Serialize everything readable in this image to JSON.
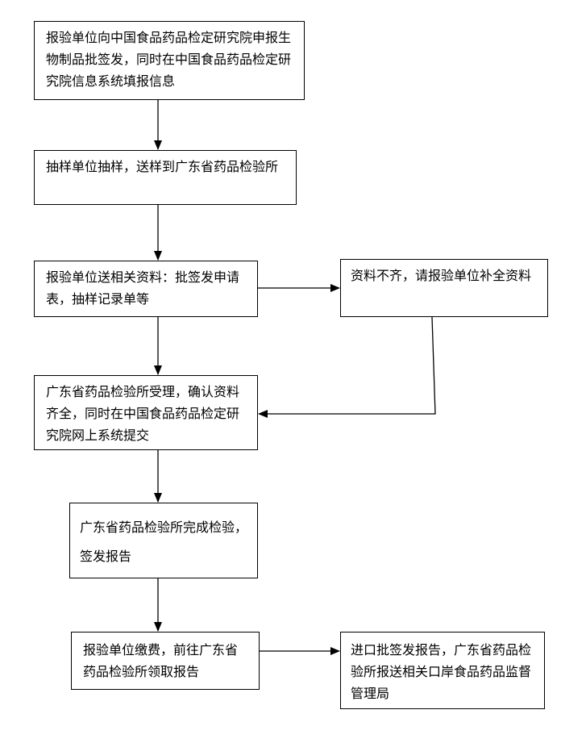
{
  "flowchart": {
    "nodes": {
      "n1": "报验单位向中国食品药品检定研究院申报生物制品批签发，同时在中国食品药品检定研究院信息系统填报信息",
      "n2": "抽样单位抽样，送样到广东省药品检验所",
      "n3": "报验单位送相关资料：批签发申请表，抽样记录单等",
      "n4": "资料不齐，请报验单位补全资料",
      "n5": "广东省药品检验所受理，确认资料齐全，同时在中国食品药品检定研究院网上系统提交",
      "n6": "广东省药品检验所完成检验，签发报告",
      "n7": "报验单位缴费，前往广东省药品检验所领取报告",
      "n8": "进口批签发报告，广东省药品检验所报送相关口岸食品药品监督管理局"
    },
    "edges": [
      {
        "from": "n1",
        "to": "n2"
      },
      {
        "from": "n2",
        "to": "n3"
      },
      {
        "from": "n3",
        "to": "n4"
      },
      {
        "from": "n3",
        "to": "n5"
      },
      {
        "from": "n4",
        "to": "n5"
      },
      {
        "from": "n5",
        "to": "n6"
      },
      {
        "from": "n6",
        "to": "n7"
      },
      {
        "from": "n7",
        "to": "n8"
      }
    ]
  }
}
